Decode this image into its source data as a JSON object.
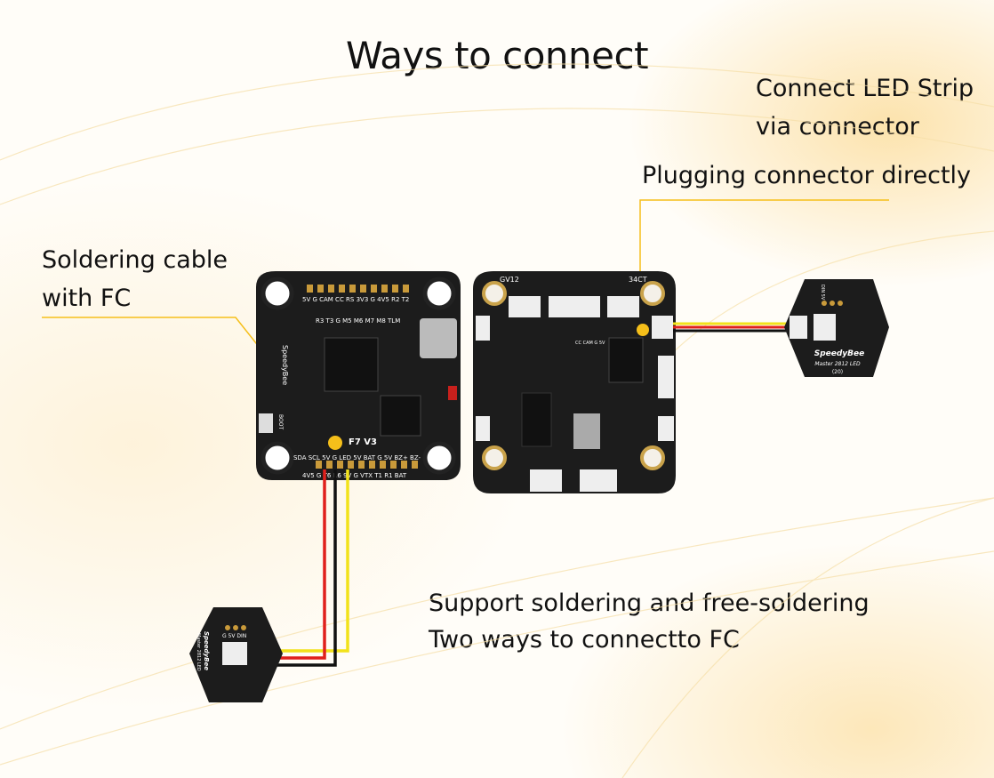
{
  "title": "Ways to connect",
  "callouts": {
    "led_strip": {
      "line1": "Connect LED Strip",
      "line2": "via connector"
    },
    "plugging": "Plugging connector directly",
    "soldering": {
      "line1": "Soldering cable",
      "line2": "with FC"
    },
    "support": {
      "line1": "Support soldering and free-soldering",
      "line2": "Two ways to connectto FC"
    }
  },
  "fc_board": {
    "model": "F7 V3",
    "brand": "SpeedyBee",
    "top_pads": "5V G CAM CC RS 3V3 G 4V5 R2 T2",
    "row2_pads": "R3 T3 G M5 M6 M7 M8 TLM",
    "bottom_pads": "SDA SCL 5V G LED 5V BAT G 5V BZ+ BZ-",
    "bottom_row2": "4V5 G T6 R6 9V G VTX T1 R1 BAT",
    "boot_label": "BOOT"
  },
  "esc_board": {
    "label_left": "GV12",
    "label_right": "34CT",
    "pads": "CC CAM G 5V"
  },
  "led_module": {
    "brand": "SpeedyBee",
    "name": "Master 2812 LED",
    "count": "(20)",
    "pins": "DIN 5V G",
    "pins_bottom": "G 5V DIN"
  },
  "colors": {
    "accent": "#f5bf1a",
    "board": "#1c1c1c",
    "wire_red": "#e0201c",
    "wire_black": "#111111",
    "wire_yellow": "#f2e21a"
  }
}
